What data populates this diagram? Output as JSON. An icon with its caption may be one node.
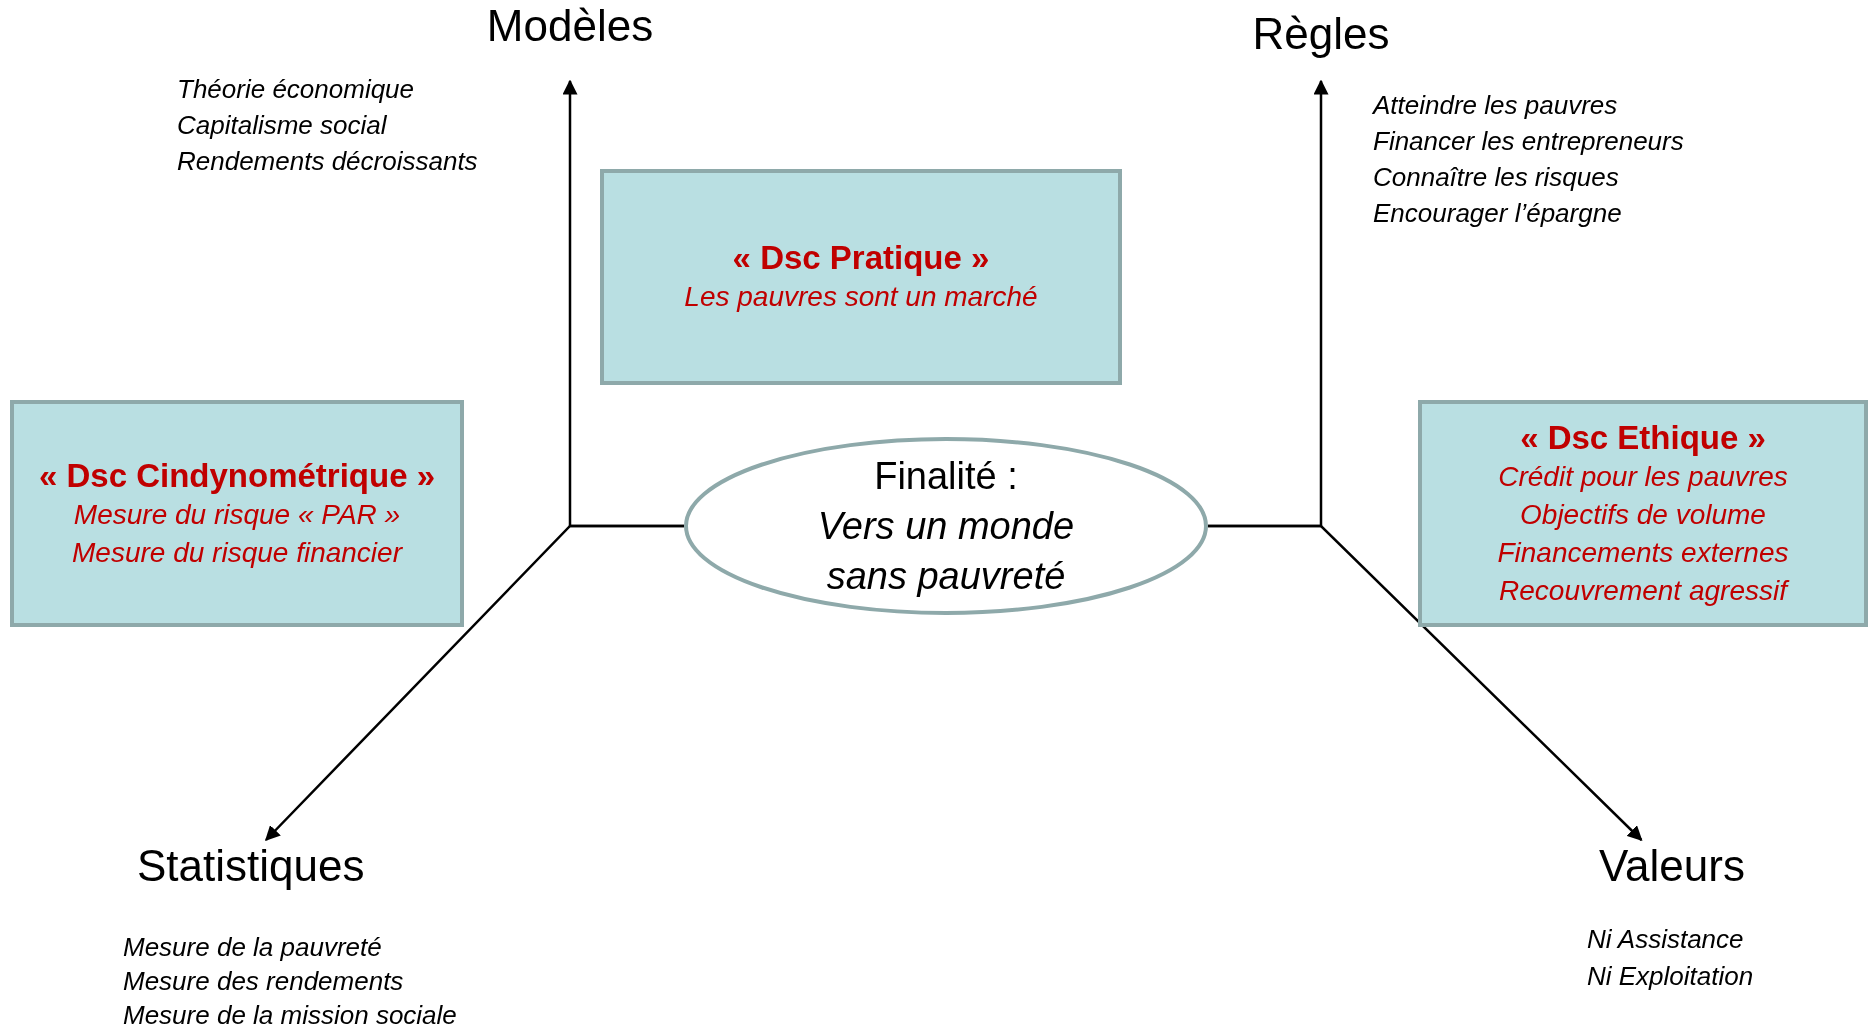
{
  "diagram": {
    "nodes": [
      {
        "text": [
          "Modèles"
        ],
        "beside": [
          "Théorie économique",
          "Capitalisme social",
          "Rendements décroissants"
        ]
      },
      {
        "text": [
          "Règles"
        ],
        "beside": [
          "Atteindre les pauvres",
          "Financer les entrepreneurs",
          "Connaître les risques",
          "Encourager l’épargne"
        ]
      },
      {
        "text": [
          "« Dsc Pratique »",
          "Les pauvres sont un marché"
        ]
      },
      {
        "text": [
          "« Dsc Cindynométrique »",
          "Mesure du risque « PAR »",
          "Mesure du risque financier"
        ]
      },
      {
        "text": [
          "Finalité :",
          "Vers un monde sans pauvreté"
        ]
      },
      {
        "text": [
          "« Dsc Ethique »",
          "Crédit pour les pauvres",
          "Objectifs de volume",
          "Financements externes",
          "Recouvrement agressif"
        ]
      },
      {
        "text": [
          "Statistiques"
        ],
        "beside": [
          "Mesure de la pauvreté",
          "Mesure des rendements",
          "Mesure de la mission sociale"
        ]
      },
      {
        "text": [
          "Valeurs"
        ],
        "beside": [
          "Ni Assistance",
          "Ni Exploitation"
        ]
      }
    ],
    "edges": [
      {
        "from": 4,
        "to": 0,
        "arrow": "to"
      },
      {
        "from": 4,
        "to": 1,
        "arrow": "to"
      },
      {
        "from": 4,
        "to": 6,
        "arrow": "to"
      },
      {
        "from": 4,
        "to": 7,
        "arrow": "to"
      }
    ]
  }
}
